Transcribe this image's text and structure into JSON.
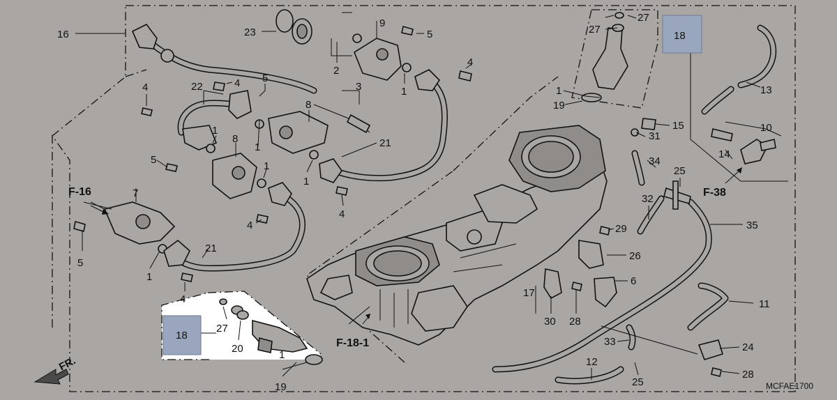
{
  "diagram": {
    "callouts": {
      "c16": "16",
      "c23": "23",
      "c9": "9",
      "c5a": "5",
      "c2": "2",
      "c1a": "1",
      "c4a": "4",
      "c22": "22",
      "c4b": "4",
      "c5b": "5",
      "c3": "3",
      "c8a": "8",
      "c1b": "1",
      "c1c": "1",
      "c8b": "8",
      "c21a": "21",
      "c5c": "5",
      "c1d": "1",
      "c1e": "1",
      "c4c": "4",
      "c4d": "4",
      "c7": "7",
      "c5d": "5",
      "c21b": "21",
      "c1f": "1",
      "c4e": "4",
      "c27a": "27",
      "c20": "20",
      "c1g": "1",
      "c19a": "19",
      "c27b": "27",
      "c27c": "27",
      "c1h": "1",
      "c19b": "19",
      "c15": "15",
      "c31": "31",
      "c13": "13",
      "c10": "10",
      "c14": "14",
      "c34": "34",
      "c25a": "25",
      "c32": "32",
      "c35": "35",
      "c29": "29",
      "c26": "26",
      "c6": "6",
      "c17": "17",
      "c30": "30",
      "c28a": "28",
      "c11": "11",
      "c33": "33",
      "c24": "24",
      "c12": "12",
      "c28b": "28",
      "c25b": "25",
      "c18a": "18",
      "c18b": "18"
    },
    "section_refs": {
      "f16": "F-16",
      "f181": "F-18-1",
      "f38": "F-38"
    },
    "direction_label": "FR.",
    "drawing_code": "MCFAE1700"
  }
}
